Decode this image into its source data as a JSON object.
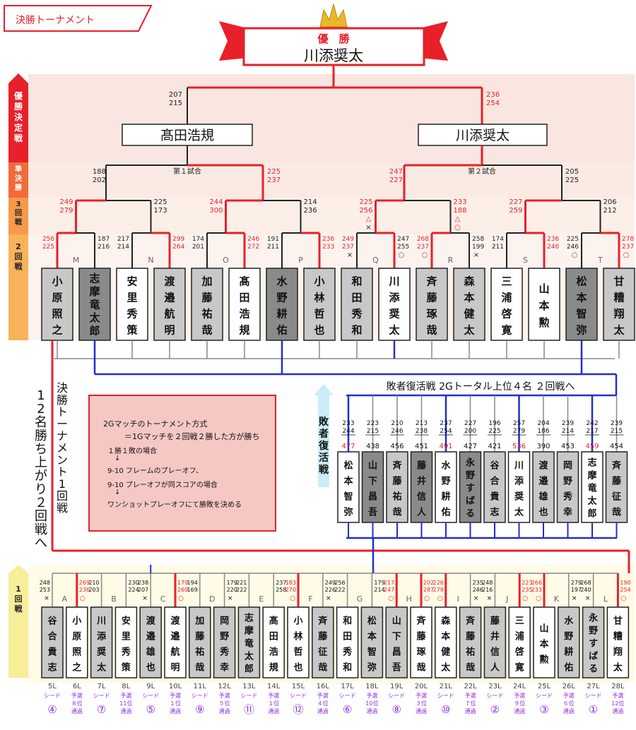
{
  "header": {
    "title": "決勝トーナメント"
  },
  "champion": {
    "label": "優　勝",
    "name": "川添奨太"
  },
  "rounds": {
    "final": "優勝決定戦",
    "semi": "準決勝",
    "r3": "3回戦",
    "r2": "2回戦",
    "r1": "1回戦"
  },
  "finalists": {
    "left": "髙田浩規",
    "right": "川添奨太",
    "left_scores": [
      "207",
      "215"
    ],
    "right_scores": [
      "236",
      "254"
    ]
  },
  "semis": {
    "left_label": "第１試合",
    "right_label": "第２試合",
    "scores": [
      {
        "a": "188",
        "b": "202",
        "red": false
      },
      {
        "a": "225",
        "b": "237",
        "red": true
      },
      {
        "a": "247",
        "b": "227",
        "red": true
      },
      {
        "a": "205",
        "b": "225",
        "red": false
      }
    ]
  },
  "round3_scores": [
    {
      "a": "249",
      "b": "279",
      "red": true,
      "extra": ""
    },
    {
      "a": "225",
      "b": "173",
      "red": false,
      "extra": ""
    },
    {
      "a": "244",
      "b": "300",
      "red": true,
      "extra": ""
    },
    {
      "a": "214",
      "b": "236",
      "red": false,
      "extra": ""
    },
    {
      "a": "225",
      "b": "256",
      "red": true,
      "extra": "△×"
    },
    {
      "a": "233",
      "b": "188",
      "red": true,
      "extra": "△○"
    },
    {
      "a": "227",
      "b": "259",
      "red": true,
      "extra": ""
    },
    {
      "a": "206",
      "b": "212",
      "red": false,
      "extra": ""
    }
  ],
  "round2": {
    "groups": [
      "M",
      "N",
      "O",
      "P",
      "Q",
      "R",
      "S",
      "T"
    ],
    "players": [
      {
        "name": "小原照之",
        "s1": "256",
        "s2": "225",
        "style": "light",
        "red": true,
        "mark": ""
      },
      {
        "name": "志摩竜太郎",
        "s1": "187",
        "s2": "216",
        "style": "dark",
        "red": false,
        "mark": ""
      },
      {
        "name": "安里秀策",
        "s1": "217",
        "s2": "214",
        "style": "white",
        "red": false,
        "mark": ""
      },
      {
        "name": "渡邉航明",
        "s1": "299",
        "s2": "264",
        "style": "light",
        "red": true,
        "mark": ""
      },
      {
        "name": "加藤祐哉",
        "s1": "174",
        "s2": "201",
        "style": "light",
        "red": false,
        "mark": ""
      },
      {
        "name": "髙田浩規",
        "s1": "246",
        "s2": "272",
        "style": "white",
        "red": true,
        "mark": ""
      },
      {
        "name": "水野耕佑",
        "s1": "191",
        "s2": "211",
        "style": "dark",
        "red": false,
        "mark": ""
      },
      {
        "name": "小林哲也",
        "s1": "236",
        "s2": "233",
        "style": "light",
        "red": true,
        "mark": ""
      },
      {
        "name": "和田秀和",
        "s1": "249",
        "s2": "237",
        "style": "light",
        "red": true,
        "mark": "×"
      },
      {
        "name": "川添奨太",
        "s1": "247",
        "s2": "255",
        "style": "white",
        "red": false,
        "mark": "○"
      },
      {
        "name": "斉藤琢哉",
        "s1": "268",
        "s2": "237",
        "style": "light",
        "red": true,
        "mark": "○"
      },
      {
        "name": "森本健太",
        "s1": "258",
        "s2": "199",
        "style": "light",
        "red": false,
        "mark": "×"
      },
      {
        "name": "三浦啓寛",
        "s1": "174",
        "s2": "211",
        "style": "white",
        "red": false,
        "mark": ""
      },
      {
        "name": "山本勲",
        "s1": "236",
        "s2": "246",
        "style": "white",
        "red": true,
        "mark": ""
      },
      {
        "name": "松本智弥",
        "s1": "225",
        "s2": "246",
        "style": "dark",
        "red": false,
        "mark": "○"
      },
      {
        "name": "甘糟翔太",
        "s1": "278",
        "s2": "237",
        "style": "light",
        "red": true,
        "mark": "○"
      }
    ]
  },
  "side_text": {
    "left_a": "決勝トーナメント1回戦",
    "left_b": "12名勝ち上がり２回戦へ"
  },
  "rule_box": {
    "lines": [
      "2Gマッチのトーナメント方式",
      "＝1Gマッチを２回戦２勝した方が勝ち",
      "１勝１敗の場合",
      "↓",
      "9-10 フレームのプレーオフ、",
      "9-10 プレーオフが同スコアの場合",
      "↓",
      "ワンショットプレーオフにて勝敗を決める"
    ]
  },
  "repechage": {
    "title": "敗者復活戦 2Gトータル上位４名 ２回戦へ",
    "side_label": "敗者復活戦",
    "players": [
      {
        "name": "松本智弥",
        "s1": "233",
        "s2": "244",
        "total": "477",
        "red": true,
        "style": "white"
      },
      {
        "name": "山下昌吾",
        "s1": "223",
        "s2": "215",
        "total": "438",
        "red": false,
        "style": "dark"
      },
      {
        "name": "斉藤祐哉",
        "s1": "210",
        "s2": "246",
        "total": "456",
        "red": false,
        "style": "light"
      },
      {
        "name": "藤井信人",
        "s1": "213",
        "s2": "238",
        "total": "451",
        "red": false,
        "style": "dark"
      },
      {
        "name": "水野耕佑",
        "s1": "237",
        "s2": "254",
        "total": "491",
        "red": true,
        "style": "white"
      },
      {
        "name": "永野すばる",
        "s1": "227",
        "s2": "200",
        "total": "427",
        "red": false,
        "style": "dark"
      },
      {
        "name": "谷合貴志",
        "s1": "196",
        "s2": "225",
        "total": "421",
        "red": false,
        "style": "light"
      },
      {
        "name": "川添奨太",
        "s1": "257",
        "s2": "279",
        "total": "536",
        "red": true,
        "style": "white"
      },
      {
        "name": "渡邉雄也",
        "s1": "204",
        "s2": "186",
        "total": "390",
        "red": false,
        "style": "light"
      },
      {
        "name": "岡野秀幸",
        "s1": "239",
        "s2": "214",
        "total": "453",
        "red": false,
        "style": "light"
      },
      {
        "name": "志摩竜太郎",
        "s1": "242",
        "s2": "217",
        "total": "459",
        "red": true,
        "style": "white"
      },
      {
        "name": "斉藤征哉",
        "s1": "239",
        "s2": "215",
        "total": "454",
        "red": false,
        "style": "light"
      }
    ]
  },
  "round1": {
    "groups": [
      "A",
      "B",
      "C",
      "D",
      "E",
      "F",
      "G",
      "H",
      "I",
      "J",
      "K",
      "L"
    ],
    "players": [
      {
        "name": "谷合貴志",
        "lane": "5L",
        "s1": "248",
        "s2": "253",
        "mark": "×",
        "style": "light",
        "note1": "シード",
        "note2": "④",
        "seed": true
      },
      {
        "name": "小原照之",
        "lane": "6L",
        "s1": "269",
        "s2": "236",
        "mark": "○",
        "style": "white",
        "note1": "予選",
        "note2": "８位",
        "note3": "通過",
        "seed": false
      },
      {
        "name": "川添奨太",
        "lane": "7L",
        "s1": "210",
        "s2": "203",
        "mark": "",
        "style": "light",
        "note1": "シード",
        "note2": "⑦",
        "seed": true
      },
      {
        "name": "安里秀策",
        "lane": "8L",
        "s1": "230",
        "s2": "224",
        "mark": "",
        "style": "white",
        "note1": "予選",
        "note2": "11位",
        "note3": "通過",
        "seed": false
      },
      {
        "name": "渡邉雄也",
        "lane": "9L",
        "s1": "238",
        "s2": "207",
        "mark": "×",
        "style": "light",
        "note1": "シード",
        "note2": "⑤",
        "seed": true
      },
      {
        "name": "渡邉航明",
        "lane": "10L",
        "s1": "179",
        "s2": "269",
        "mark": "○",
        "style": "white",
        "note1": "予選",
        "note2": "１位",
        "note3": "通過",
        "seed": false
      },
      {
        "name": "加藤祐哉",
        "lane": "11L",
        "s1": "194",
        "s2": "169",
        "mark": "",
        "style": "light",
        "note1": "シード",
        "note2": "⑨",
        "seed": true
      },
      {
        "name": "岡野秀幸",
        "lane": "12L",
        "s1": "179",
        "s2": "220",
        "mark": "×",
        "style": "light",
        "note1": "予選",
        "note2": "５位",
        "note3": "通過",
        "seed": false
      },
      {
        "name": "志摩竜太郎",
        "lane": "13L",
        "s1": "221",
        "s2": "222",
        "mark": "",
        "style": "light",
        "note1": "シード",
        "note2": "⑪",
        "seed": true
      },
      {
        "name": "髙田浩規",
        "lane": "14L",
        "s1": "237",
        "s2": "258",
        "mark": "",
        "style": "white",
        "note1": "予選",
        "note2": "１位",
        "note3": "通過",
        "seed": false
      },
      {
        "name": "小林哲也",
        "lane": "15L",
        "s1": "183",
        "s2": "270",
        "mark": "○",
        "style": "white",
        "note1": "シード",
        "note2": "⑫",
        "seed": true
      },
      {
        "name": "斉藤征哉",
        "lane": "16L",
        "s1": "249",
        "s2": "226",
        "mark": "×",
        "style": "light",
        "note1": "予選",
        "note2": "４位",
        "note3": "通過",
        "seed": false
      },
      {
        "name": "和田秀和",
        "lane": "17L",
        "s1": "256",
        "s2": "222",
        "mark": "",
        "style": "white",
        "note1": "シード",
        "note2": "⑥",
        "seed": true
      },
      {
        "name": "松本智弥",
        "lane": "18L",
        "s1": "179",
        "s2": "214",
        "mark": "",
        "style": "light",
        "note1": "予選",
        "note2": "10位",
        "note3": "通過",
        "seed": false
      },
      {
        "name": "山下昌吾",
        "lane": "19L",
        "s1": "217",
        "s2": "247",
        "mark": "○",
        "style": "light",
        "note1": "シード",
        "note2": "⑧",
        "seed": true
      },
      {
        "name": "斉藤琢哉",
        "lane": "20L",
        "s1": "202",
        "s2": "287",
        "mark": "○",
        "style": "white",
        "note1": "予選",
        "note2": "３位",
        "note3": "通過",
        "seed": false
      },
      {
        "name": "森本健太",
        "lane": "21L",
        "s1": "226",
        "s2": "279",
        "mark": "○",
        "style": "white",
        "note1": "シード",
        "note2": "⑩",
        "seed": true
      },
      {
        "name": "斉藤祐哉",
        "lane": "22L",
        "s1": "235",
        "s2": "246",
        "mark": "×",
        "style": "light",
        "note1": "予選",
        "note2": "７位",
        "note3": "通過",
        "seed": false
      },
      {
        "name": "藤井信人",
        "lane": "23L",
        "s1": "248",
        "s2": "216",
        "mark": "×",
        "style": "light",
        "note1": "シード",
        "note2": "②",
        "seed": true
      },
      {
        "name": "三浦啓寛",
        "lane": "24L",
        "s1": "223",
        "s2": "235",
        "mark": "○",
        "style": "white",
        "note1": "予選",
        "note2": "９位",
        "note3": "通過",
        "seed": false
      },
      {
        "name": "山本勲",
        "lane": "25L",
        "s1": "266",
        "s2": "233",
        "mark": "○",
        "style": "white",
        "note1": "シード",
        "note2": "③",
        "seed": true
      },
      {
        "name": "水野耕佑",
        "lane": "26L",
        "s1": "279",
        "s2": "197",
        "mark": "×",
        "style": "light",
        "note1": "予選",
        "note2": "６位",
        "note3": "通過",
        "seed": false
      },
      {
        "name": "永野すばる",
        "lane": "27L",
        "s1": "268",
        "s2": "240",
        "mark": "×",
        "style": "light",
        "note1": "シード",
        "note2": "①",
        "seed": true
      },
      {
        "name": "甘糟翔太",
        "lane": "28L",
        "s1": "190",
        "s2": "254",
        "mark": "○",
        "style": "white",
        "note1": "予選",
        "note2": "12位",
        "note3": "通過",
        "seed": false
      }
    ]
  },
  "colors": {
    "red": "#e8202a",
    "blue": "#1f2fd0",
    "dark": "#8a8a8a",
    "light": "#c8c8c8",
    "purple": "#8a2be2",
    "pink": "#f5c8c4",
    "band": "#f7ddd6"
  }
}
